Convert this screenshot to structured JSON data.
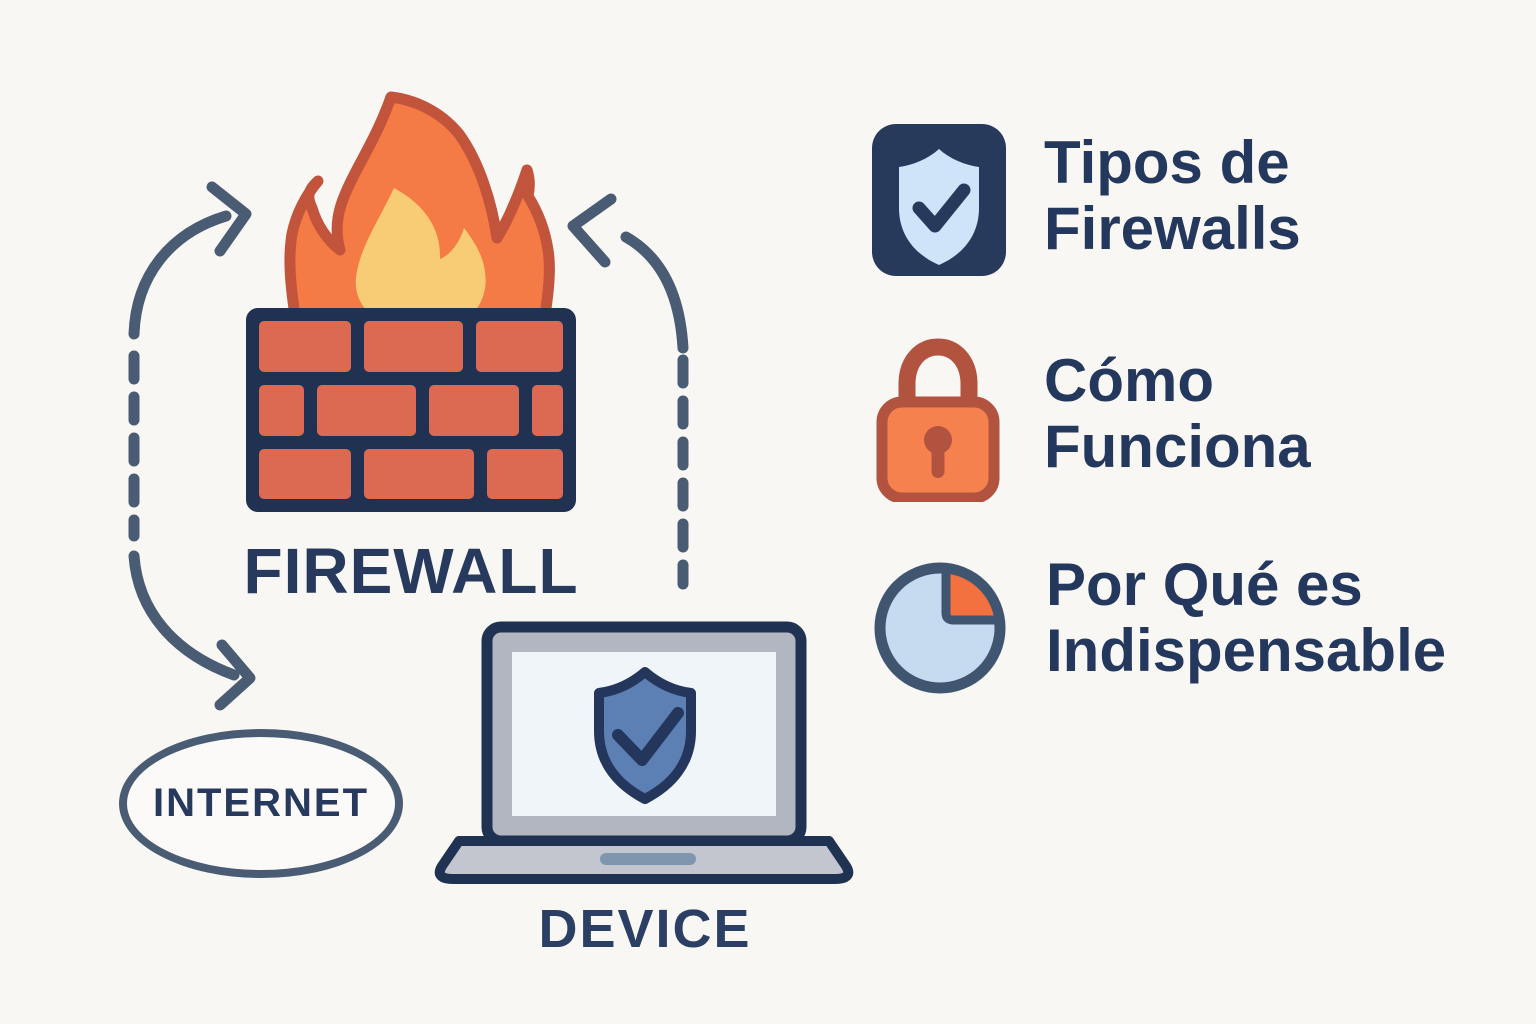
{
  "diagram": {
    "firewall_label": "FIREWALL",
    "internet_label": "INTERNET",
    "device_label": "DEVICE"
  },
  "topics": {
    "items": [
      {
        "icon": "shield-check-badge-icon",
        "line1": "Tipos de",
        "line2": "Firewalls"
      },
      {
        "icon": "padlock-icon",
        "line1": "Cómo",
        "line2": "Funciona"
      },
      {
        "icon": "pie-chart-icon",
        "line1": "Por Qué es",
        "line2": "Indispensable"
      }
    ]
  },
  "colors": {
    "background": "#f8f7f4",
    "heading_navy": "#24375c",
    "outline_navy": "#1f3252",
    "arrow_slate": "#4a5c73",
    "brick_fill": "#dc6952",
    "brick_mortar": "#203151",
    "flame_orange": "#f47a46",
    "flame_outline": "#c2543c",
    "flame_yellow": "#f8cc75",
    "lock_orange": "#f5814e",
    "lock_outline": "#b25340",
    "badge_navy": "#273a5c",
    "badge_shield_blue": "#cfe4f8",
    "pie_blue": "#c7dbf0",
    "pie_orange": "#f3703f",
    "pie_outline": "#3f5570",
    "laptop_bezel_gray": "#b2b6c1",
    "laptop_base_gray": "#c3c6ce",
    "laptop_screen": "#eff5f9",
    "screen_shield_blue": "#5c80b4"
  }
}
